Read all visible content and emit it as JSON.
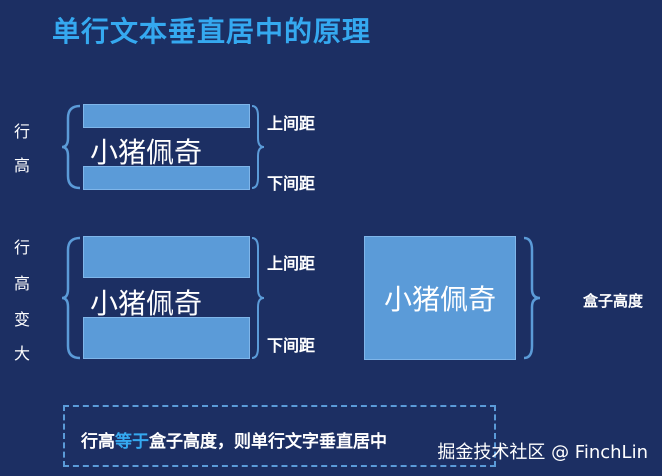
{
  "title": "单行文本垂直居中的原理",
  "section1": {
    "vlabel": [
      "行",
      "高"
    ],
    "text": "小猪佩奇",
    "top_label": "上间距",
    "bottom_label": "下间距"
  },
  "section2": {
    "vlabel": [
      "行",
      "高",
      "变",
      "大"
    ],
    "text": "小猪佩奇",
    "top_label": "上间距",
    "bottom_label": "下间距"
  },
  "box": {
    "text": "小猪佩奇",
    "label": "盒子高度"
  },
  "note": {
    "part1": "行高",
    "highlight": "等于",
    "part2": "盒子高度，则单行文字垂直居中"
  },
  "watermark": "掘金技术社区 @ FinchLin",
  "colors": {
    "background": "#1c2f63",
    "accent": "#35a9f0",
    "bar": "#5b9bd8"
  }
}
